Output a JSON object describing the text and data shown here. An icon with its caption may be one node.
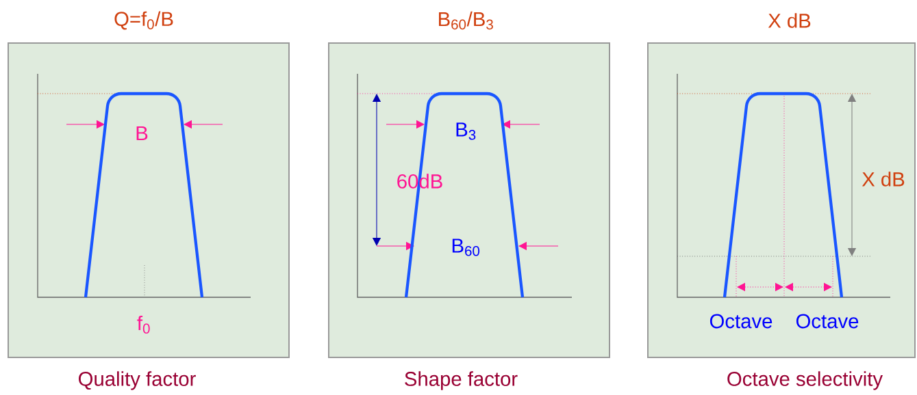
{
  "diagram": {
    "nodes": [
      {
        "text": [
          "Q=f$_{0}$/B"
        ],
        "beside": [
          "Quality factor"
        ]
      },
      {
        "text": [
          "B$_{60}$/B$_{3}$"
        ],
        "beside": [
          "Shape factor"
        ]
      },
      {
        "text": [
          "X dB"
        ],
        "beside": [
          "Octave selectivity"
        ]
      }
    ],
    "labels": [
      "B",
      "f$_{0}$",
      "B$_{3}$",
      "60dB",
      "B$_{60}$",
      "X dB",
      "Octave",
      "Octave"
    ]
  }
}
